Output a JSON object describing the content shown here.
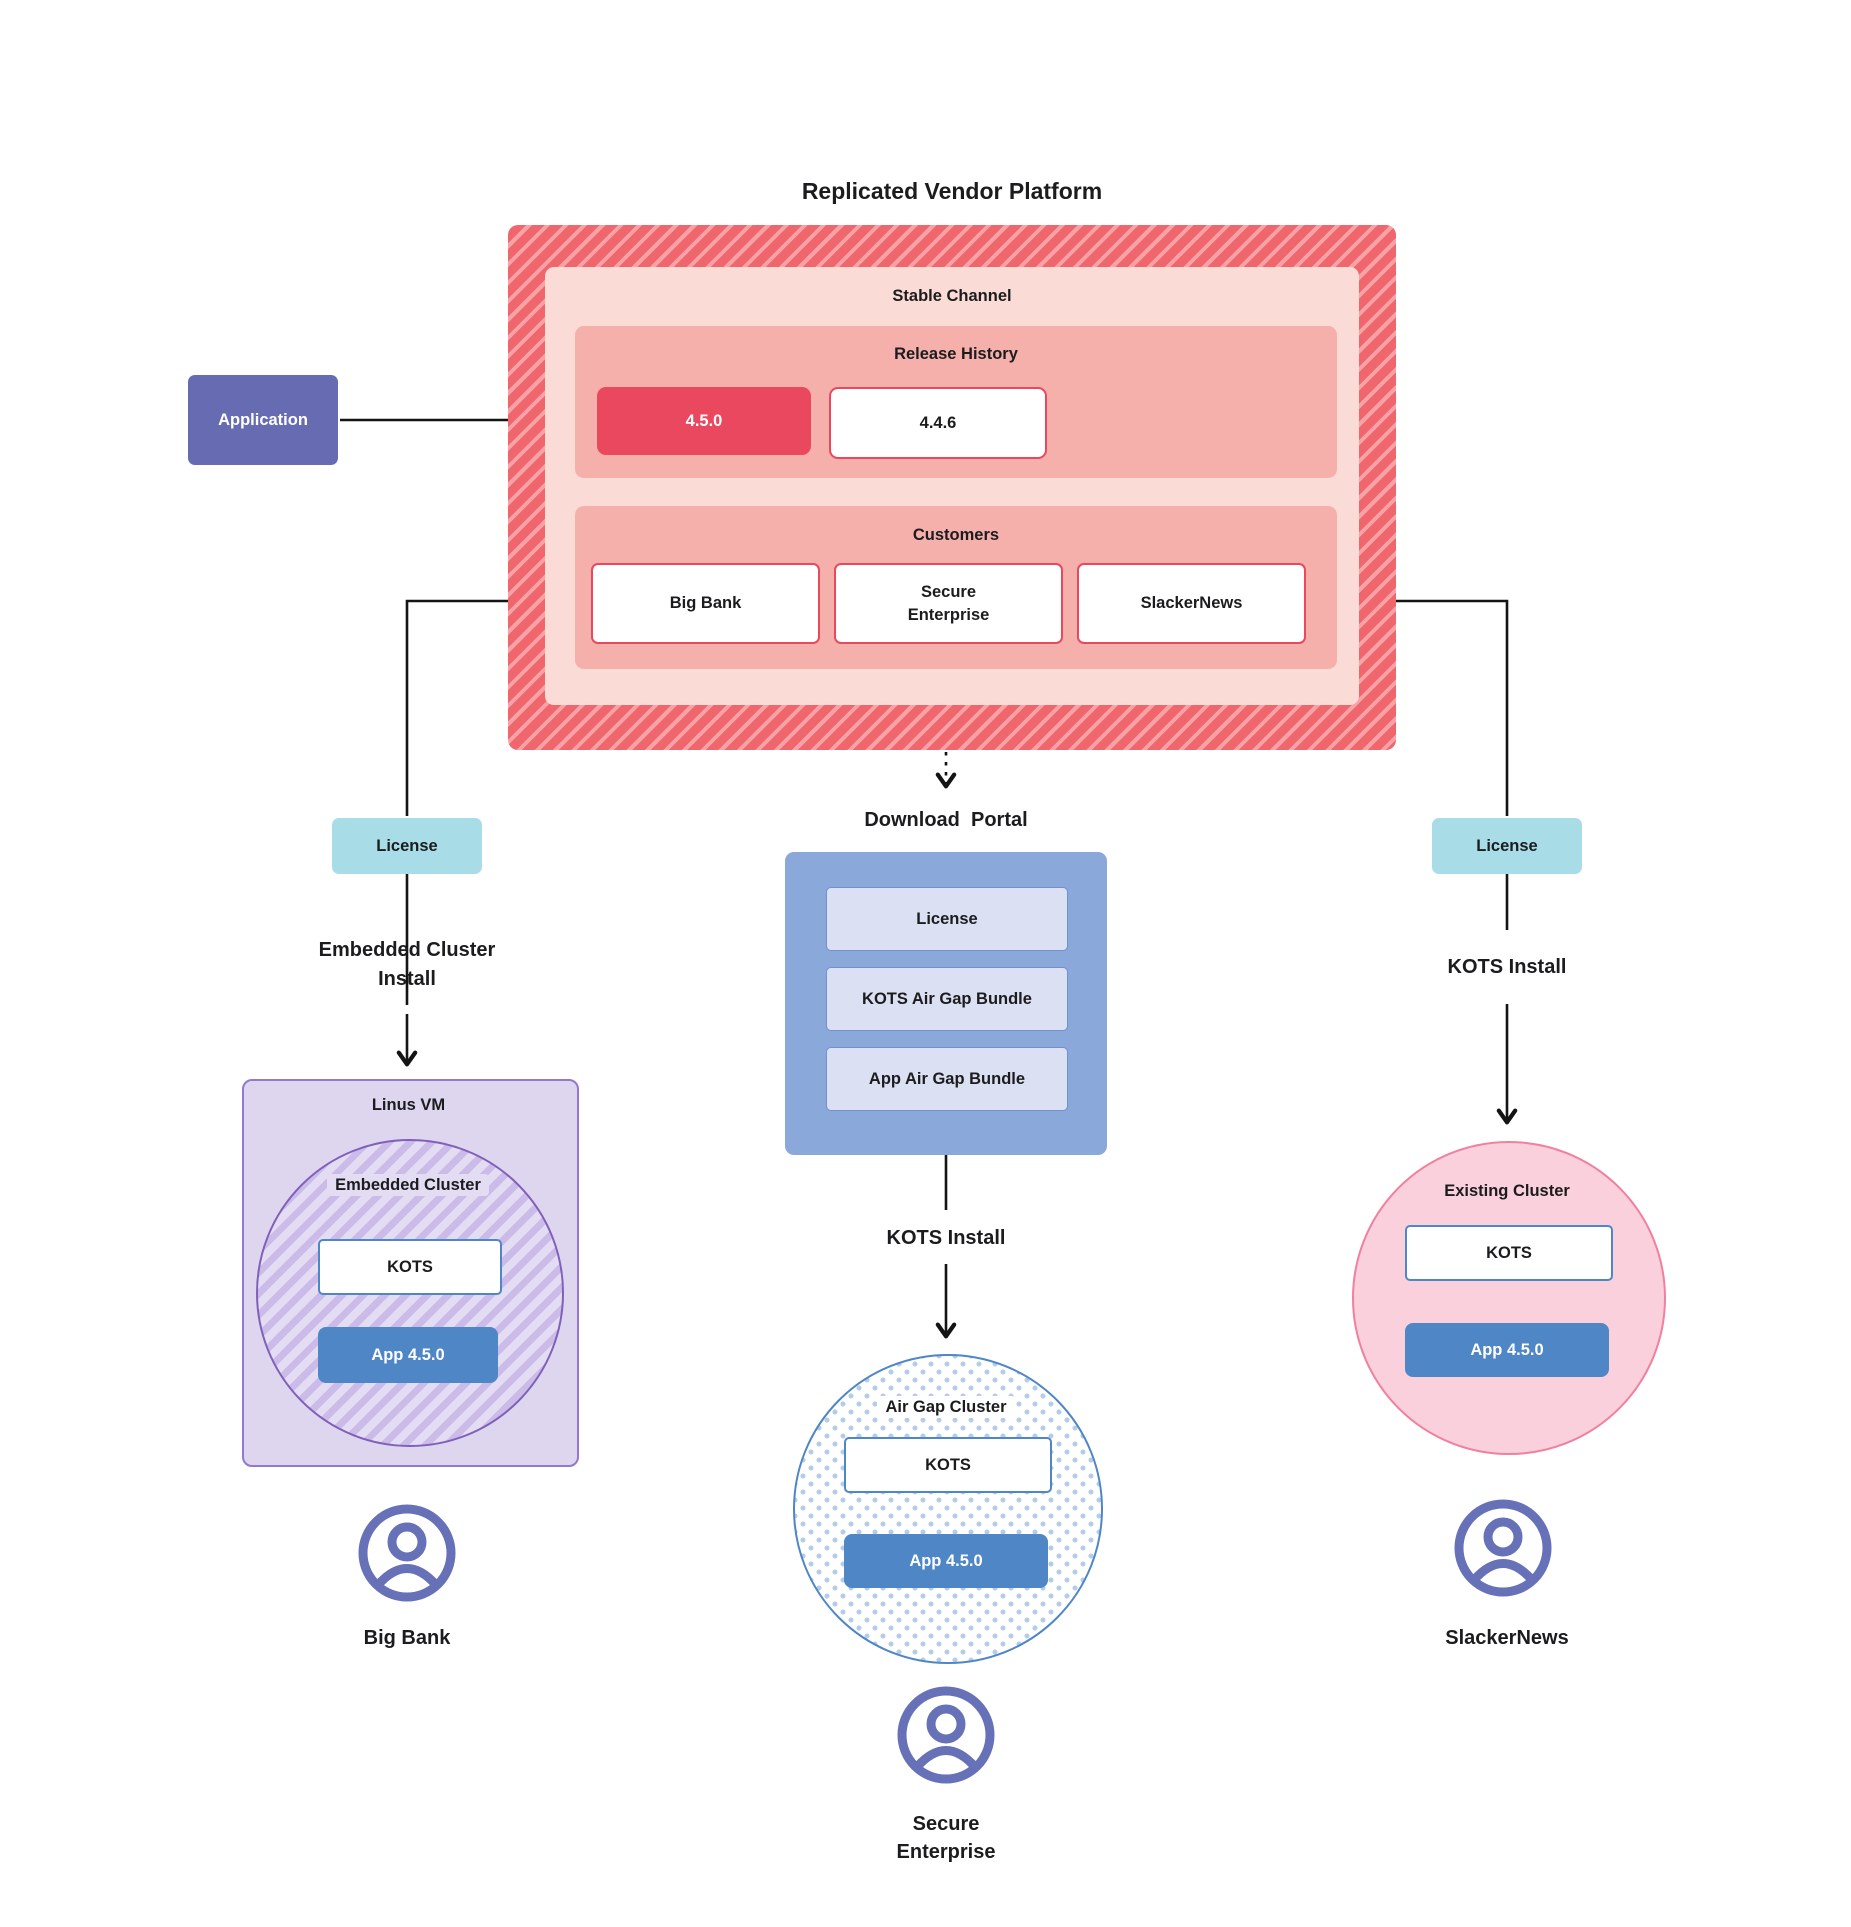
{
  "title": "Replicated Vendor Platform",
  "colors": {
    "red_accent": "#e9485f",
    "red_hatch_dark": "#ef666c",
    "red_hatch_light": "#f8a2a6",
    "pink_light": "#fbdbd6",
    "pink_mid": "#f5b0ab",
    "purple_application": "#666bb2",
    "teal_license": "#a8dde8",
    "blue_portal": "#8aa8d9",
    "blue_portal_item": "#dbe0f3",
    "blue_accent": "#4f86c6",
    "lavender_vm": "#ded5ef",
    "lavender_stripe": "#cbbbe8",
    "purple_border": "#7f60ba",
    "pink_circle": "#f9d0db",
    "pink_circle_border": "#f0809f",
    "user_icon_purple": "#6671b8"
  },
  "application_label": "Application",
  "platform": {
    "stable_channel_label": "Stable Channel",
    "release_history_label": "Release History",
    "releases": [
      "4.5.0",
      "4.4.6"
    ],
    "customers_label": "Customers",
    "customers": [
      "Big Bank",
      "Secure\nEnterprise",
      "SlackerNews"
    ]
  },
  "left": {
    "license": "License",
    "install_method": "Embedded Cluster\nInstall",
    "vm_label": "Linus VM",
    "cluster_label": "Embedded Cluster",
    "kots": "KOTS",
    "app": "App 4.5.0",
    "user": "Big Bank"
  },
  "middle": {
    "portal_title": "Download  Portal",
    "portal_items": [
      "License",
      "KOTS Air Gap Bundle",
      "App Air Gap Bundle"
    ],
    "install_method": "KOTS Install",
    "cluster_label": "Air Gap Cluster",
    "kots": "KOTS",
    "app": "App 4.5.0",
    "user": "Secure\nEnterprise"
  },
  "right": {
    "license": "License",
    "install_method": "KOTS Install",
    "cluster_label": "Existing Cluster",
    "kots": "KOTS",
    "app": "App 4.5.0",
    "user": "SlackerNews"
  }
}
